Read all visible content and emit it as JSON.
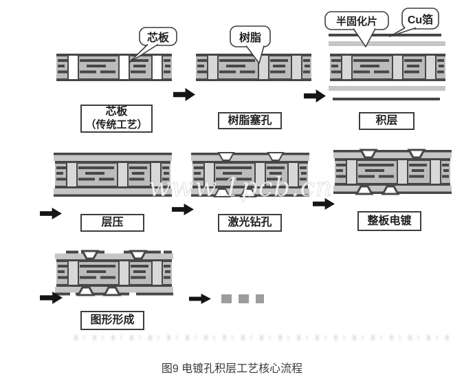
{
  "figure": {
    "caption": "图9 电镀孔积层工艺核心流程",
    "watermark": "www.1pcb.cn"
  },
  "stages": [
    {
      "name": "core-board",
      "label_line1": "芯板",
      "label_line2": "（传统工艺）",
      "callouts": [
        {
          "text": "芯板"
        }
      ]
    },
    {
      "name": "resin-plugging",
      "label": "树脂塞孔",
      "callouts": [
        {
          "text": "树脂"
        }
      ]
    },
    {
      "name": "build-up",
      "label": "积层",
      "callouts": [
        {
          "text": "半固化片"
        },
        {
          "text": "Cu箔"
        }
      ]
    },
    {
      "name": "lamination",
      "label": "层压"
    },
    {
      "name": "laser-drilling",
      "label": "激光钻孔"
    },
    {
      "name": "panel-plating",
      "label": "整板电镀"
    },
    {
      "name": "pattern-formation",
      "label": "图形形成"
    }
  ],
  "ellipsis_squares": 3,
  "colors": {
    "trace_dark": "#474747",
    "board_gray": "#bcbcbc",
    "outer_gray": "#c6c6c6",
    "resin_fill": "#d8d8d8",
    "via_white": "#ffffff",
    "arrow_black": "#151515",
    "ellipsis_gray": "#9c9c9c",
    "box_border": "#3d3d3d"
  }
}
